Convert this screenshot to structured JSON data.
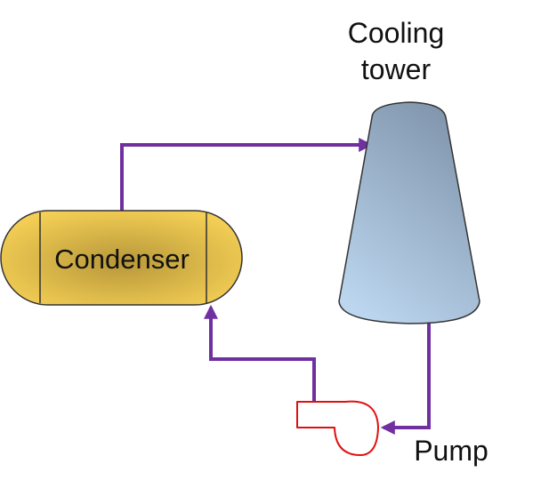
{
  "labels": {
    "cooling_tower_line1": "Cooling",
    "cooling_tower_line2": "tower",
    "condenser": "Condenser",
    "pump": "Pump"
  },
  "colors": {
    "pipe": "#7030a0",
    "pump_outline": "#e01010",
    "condenser_edge": "#f4cf55",
    "condenser_center": "#b8973a",
    "tower_top": "#7f94ab",
    "tower_bottom": "#b9d3ec"
  },
  "icons": {
    "condenser": "condenser-vessel-icon",
    "cooling_tower": "cooling-tower-icon",
    "pump": "pump-icon"
  }
}
